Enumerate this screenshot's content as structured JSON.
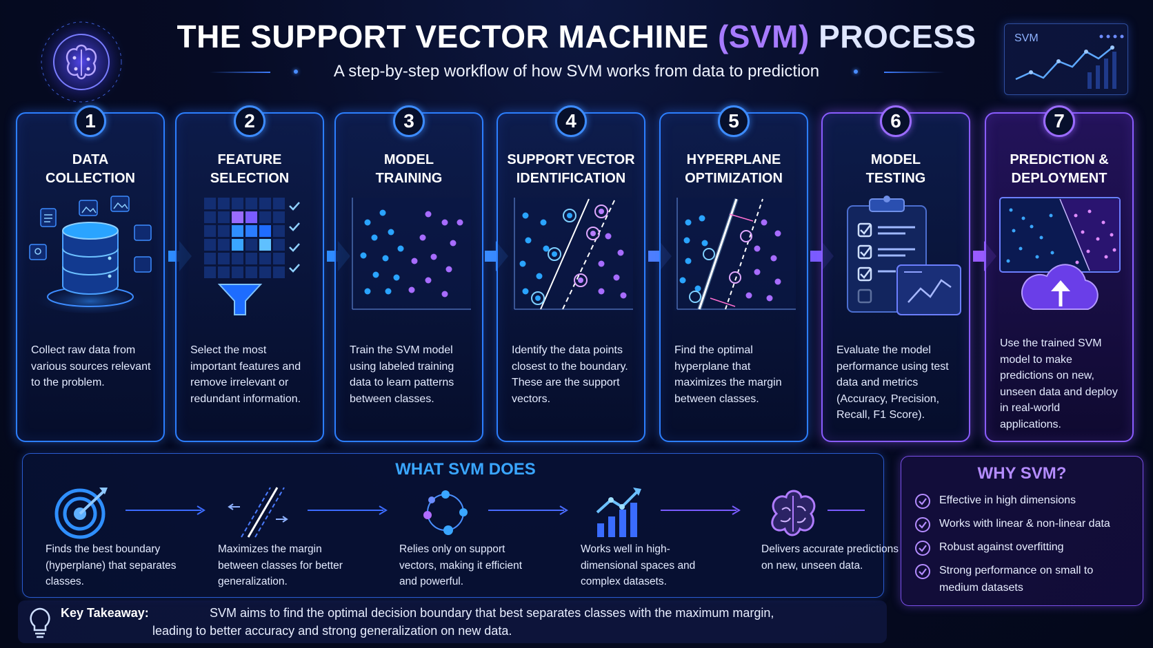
{
  "header": {
    "title_main": "THE SUPPORT VECTOR MACHINE",
    "title_highlight": "(SVM)",
    "title_tail": "PROCESS",
    "subtitle": "A step-by-step workflow of how SVM works from data to prediction",
    "mini_chart_label": "SVM"
  },
  "steps": [
    {
      "number": "1",
      "title_line1": "DATA",
      "title_line2": "COLLECTION",
      "description": "Collect raw data from various sources relevant to the problem.",
      "icon": "database-icon"
    },
    {
      "number": "2",
      "title_line1": "FEATURE",
      "title_line2": "SELECTION",
      "description": "Select the most important features and remove irrelevant or redundant information.",
      "icon": "feature-grid-funnel-icon"
    },
    {
      "number": "3",
      "title_line1": "MODEL",
      "title_line2": "TRAINING",
      "description": "Train the SVM model using labeled training data to learn patterns between classes.",
      "icon": "scatter-plot-icon"
    },
    {
      "number": "4",
      "title_line1": "SUPPORT VECTOR",
      "title_line2": "IDENTIFICATION",
      "description": "Identify the data points closest to the boundary. These are the support vectors.",
      "icon": "support-vectors-icon"
    },
    {
      "number": "5",
      "title_line1": "HYPERPLANE",
      "title_line2": "OPTIMIZATION",
      "description": "Find the optimal hyperplane that maximizes the margin between classes.",
      "icon": "hyperplane-icon"
    },
    {
      "number": "6",
      "title_line1": "MODEL",
      "title_line2": "TESTING",
      "description": "Evaluate the model performance using test data and metrics (Accuracy, Precision, Recall, F1 Score).",
      "icon": "clipboard-checklist-icon"
    },
    {
      "number": "7",
      "title_line1": "PREDICTION &",
      "title_line2": "DEPLOYMENT",
      "description": "Use the trained SVM model to make predictions on new, unseen data and deploy in real-world applications.",
      "icon": "cloud-upload-icon"
    }
  ],
  "what_svm_does": {
    "title": "WHAT SVM DOES",
    "items": [
      {
        "text": "Finds the best boundary (hyperplane) that separates classes.",
        "icon": "target-icon"
      },
      {
        "text": "Maximizes the margin between classes for better generalization.",
        "icon": "margin-lines-icon"
      },
      {
        "text": "Relies only on support vectors, making it efficient and powerful.",
        "icon": "network-nodes-icon"
      },
      {
        "text": "Works well in high-dimensional spaces and complex datasets.",
        "icon": "growth-chart-icon"
      },
      {
        "text": "Delivers accurate predictions on new, unseen data.",
        "icon": "brain-icon"
      }
    ]
  },
  "why_svm": {
    "title": "WHY SVM?",
    "items": [
      "Effective in high dimensions",
      "Works with linear & non-linear data",
      "Robust against overfitting",
      "Strong performance on small to medium datasets"
    ]
  },
  "takeaway": {
    "label": "Key Takeaway:",
    "line1": "SVM aims to find the optimal decision boundary that best separates classes with the maximum margin,",
    "line2": "leading to better accuracy and strong generalization on new data."
  },
  "colors": {
    "blue_accent": "#2c7fff",
    "violet_accent": "#8a5cff",
    "cyan_title": "#3aa6ff",
    "violet_title": "#b48cff"
  }
}
